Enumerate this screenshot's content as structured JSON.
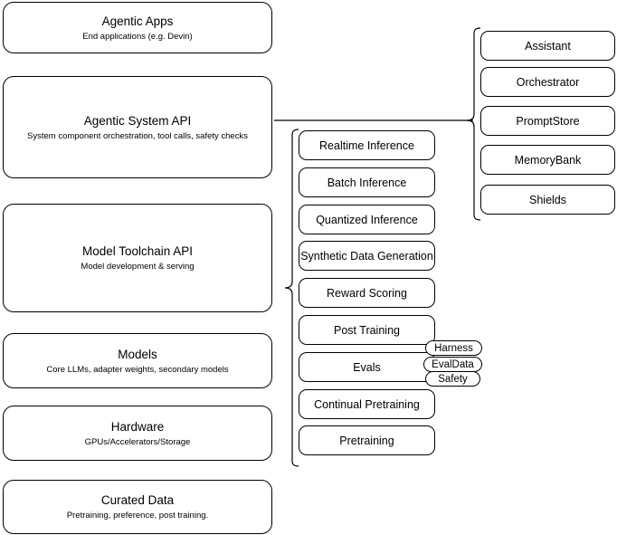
{
  "diagram": {
    "title": "AI stack layered architecture",
    "stroke_color": "#000000",
    "background_color": "#ffffff"
  },
  "layers": [
    {
      "id": "agentic-apps",
      "title": "Agentic Apps",
      "subtitle": "End applications (e.g. Devin)"
    },
    {
      "id": "agentic-system-api",
      "title": "Agentic System API",
      "subtitle": "System component orchestration, tool calls, safety checks"
    },
    {
      "id": "model-toolchain-api",
      "title": "Model Toolchain API",
      "subtitle": "Model development & serving"
    },
    {
      "id": "models",
      "title": "Models",
      "subtitle": "Core LLMs, adapter weights, secondary models"
    },
    {
      "id": "hardware",
      "title": "Hardware",
      "subtitle": "GPUs/Accelerators/Storage"
    },
    {
      "id": "curated-data",
      "title": "Curated Data",
      "subtitle": "Pretraining, preference, post training."
    }
  ],
  "toolchain_capabilities": [
    {
      "id": "realtime-inference",
      "label": "Realtime Inference"
    },
    {
      "id": "batch-inference",
      "label": "Batch Inference"
    },
    {
      "id": "quantized-inference",
      "label": "Quantized Inference"
    },
    {
      "id": "synthetic-data-generation",
      "label": "Synthetic Data Generation"
    },
    {
      "id": "reward-scoring",
      "label": "Reward Scoring"
    },
    {
      "id": "post-training",
      "label": "Post Training"
    },
    {
      "id": "evals",
      "label": "Evals"
    },
    {
      "id": "continual-pretraining",
      "label": "Continual Pretraining"
    },
    {
      "id": "pretraining",
      "label": "Pretraining"
    }
  ],
  "evals_subcomponents": [
    {
      "id": "harness",
      "label": "Harness"
    },
    {
      "id": "evaldata",
      "label": "EvalData"
    },
    {
      "id": "safety",
      "label": "Safety"
    }
  ],
  "system_components": [
    {
      "id": "assistant",
      "label": "Assistant"
    },
    {
      "id": "orchestrator",
      "label": "Orchestrator"
    },
    {
      "id": "promptstore",
      "label": "PromptStore"
    },
    {
      "id": "memorybank",
      "label": "MemoryBank"
    },
    {
      "id": "shields",
      "label": "Shields"
    }
  ]
}
